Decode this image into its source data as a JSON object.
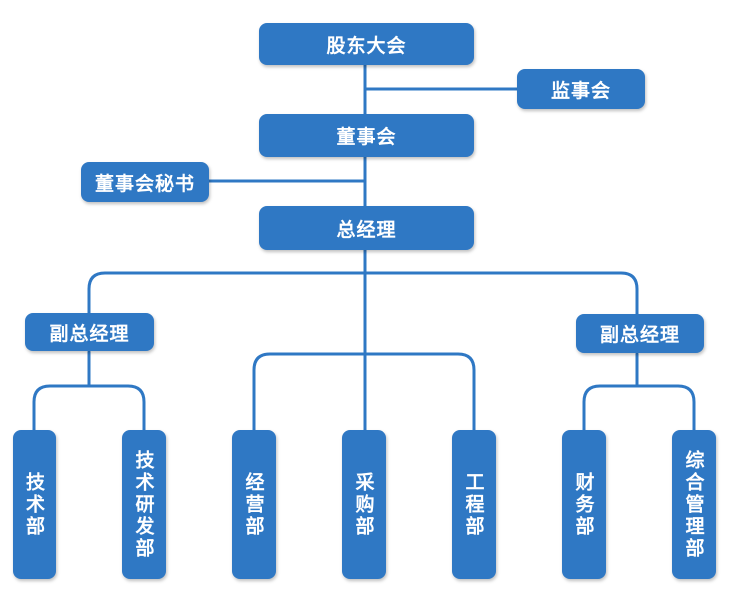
{
  "org_chart": {
    "shareholders_meeting": "股东大会",
    "supervisory_board": "监事会",
    "board_of_directors": "董事会",
    "board_secretary": "董事会秘书",
    "general_manager": "总经理",
    "deputy_gm_left": "副总经理",
    "deputy_gm_right": "副总经理",
    "departments": [
      "技术部",
      "技术研发部",
      "经营部",
      "采购部",
      "工程部",
      "财务部",
      "综合管理部"
    ]
  },
  "colors": {
    "node_fill": "#2f78c4",
    "connector": "#2f78c4",
    "text": "#ffffff"
  }
}
